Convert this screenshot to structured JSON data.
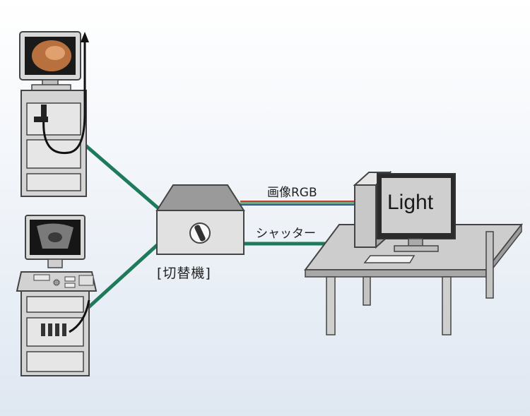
{
  "labels": {
    "image_rgb": "画像RGB",
    "shutter": "シャッター",
    "switcher": "[切替機]",
    "monitor_screen": "Light"
  },
  "colors": {
    "cable_green": "#1f7a5c",
    "rgb_red": "#c23b2b",
    "rgb_green": "#2f8f4a",
    "rgb_blue": "#2e4f9a",
    "equipment_gray": "#d4d4d4",
    "outline": "#444444"
  }
}
